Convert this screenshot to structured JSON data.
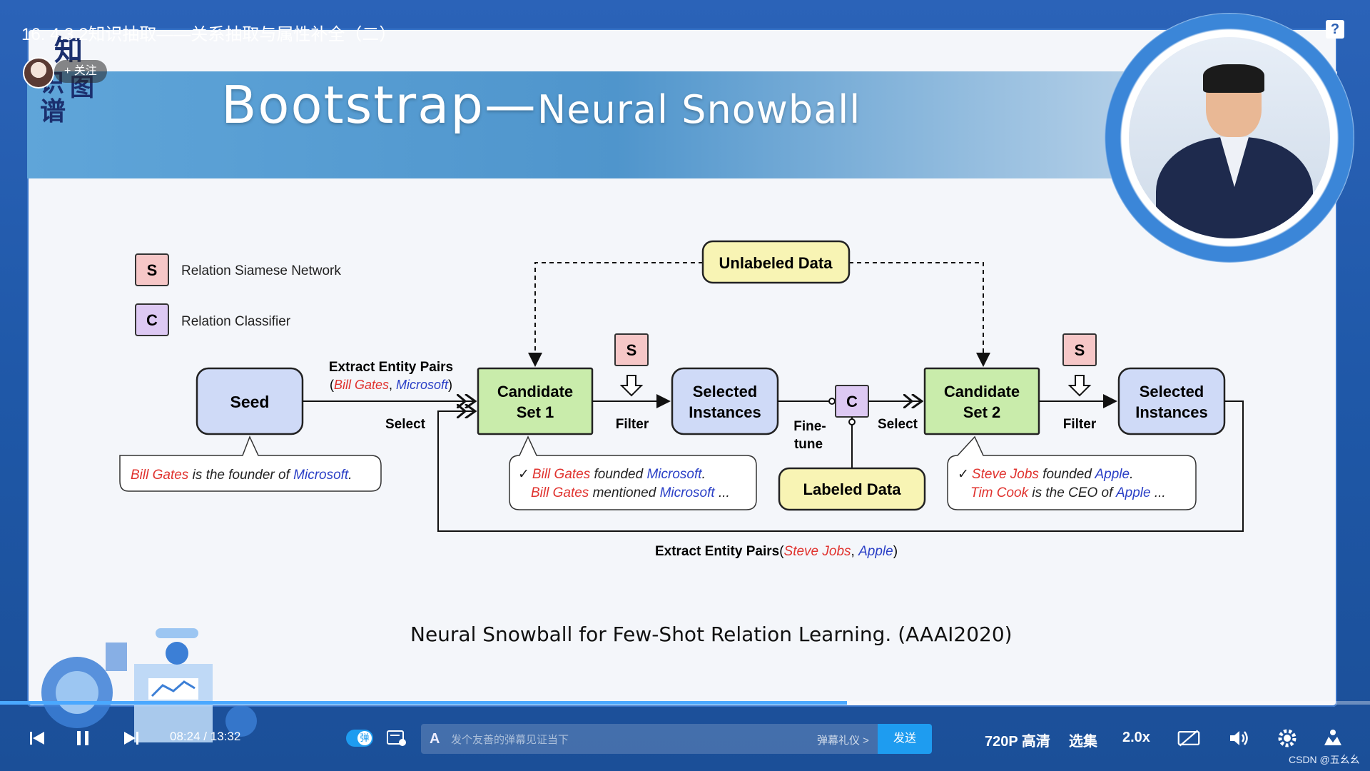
{
  "player": {
    "video_title": "16. 4.3.2知识抽取——关系抽取与属性补全（二）",
    "follow_label": "+ 关注",
    "help_icon": "?",
    "progress": 0.618,
    "time_current": "08:24",
    "time_separator": "/",
    "time_total": "13:32",
    "danmu_toggle_label": "弹",
    "danmu_placeholder": "发个友善的弹幕见证当下",
    "danmu_etiquette": "弹幕礼仪 >",
    "send_label": "发送",
    "quality_label": "720P 高清",
    "episodes_label": "选集",
    "speed_label": "2.0x",
    "watermark": "CSDN @五幺幺",
    "accent_color": "#1e9cf0"
  },
  "slide": {
    "logo_chars": [
      "知",
      "识",
      "图",
      "谱"
    ],
    "title_main": "Bootstrap",
    "title_dash": "—",
    "title_sub": "Neural Snowball",
    "legend": [
      {
        "glyph": "S",
        "label": "Relation Siamese Network",
        "color": "#f6c7c7"
      },
      {
        "glyph": "C",
        "label": "Relation Classifier",
        "color": "#ddc9f3"
      }
    ],
    "nodes": {
      "unlabeled": "Unlabeled Data",
      "seed": "Seed",
      "candidate1_line1": "Candidate",
      "candidate1_line2": "Set 1",
      "selected1_line1": "Selected",
      "selected1_line2": "Instances",
      "candidate2_line1": "Candidate",
      "candidate2_line2": "Set 2",
      "selected2_line1": "Selected",
      "selected2_line2": "Instances",
      "labeled": "Labeled Data",
      "s_glyph": "S",
      "c_glyph": "C"
    },
    "edges": {
      "extract_pairs": "Extract Entity Pairs",
      "extract_paren_open": "(",
      "extract_e1": "Bill Gates",
      "extract_comma": ", ",
      "extract_e2": "Microsoft",
      "extract_paren_close": ")",
      "select1": "Select",
      "filter1": "Filter",
      "finetune_line1": "Fine-",
      "finetune_line2": "tune",
      "select2": "Select",
      "filter2": "Filter",
      "bottom_pairs": "Extract Entity Pairs",
      "bottom_paren_open": "(",
      "bottom_e1": "Steve Jobs",
      "bottom_comma": ", ",
      "bottom_e2": "Apple",
      "bottom_paren_close": ")"
    },
    "callouts": {
      "seed": {
        "e1": "Bill Gates",
        "mid": " is the founder of ",
        "e2": "Microsoft",
        "end": "."
      },
      "set1": {
        "check": "✓",
        "l1_e1": "Bill Gates",
        "l1_mid": " founded ",
        "l1_e2": "Microsoft",
        "l1_end": ".",
        "l2_e1": "Bill Gates",
        "l2_mid": " mentioned ",
        "l2_e2": "Microsoft",
        "l2_end": " ..."
      },
      "set2": {
        "check": "✓",
        "l1_e1": "Steve Jobs",
        "l1_mid": " founded ",
        "l1_e2": "Apple",
        "l1_end": ".",
        "l2_e1": "Tim Cook",
        "l2_mid": " is the CEO of ",
        "l2_e2": "Apple",
        "l2_end": " ..."
      }
    },
    "citation": "Neural Snowball for Few-Shot Relation Learning. (AAAI2020)",
    "colors": {
      "entity_red": "#e0322e",
      "entity_blue": "#2a3fc6",
      "node_blue": "#cfdaf7",
      "node_green": "#c9ecab",
      "node_yellow": "#f8f4b4"
    }
  }
}
